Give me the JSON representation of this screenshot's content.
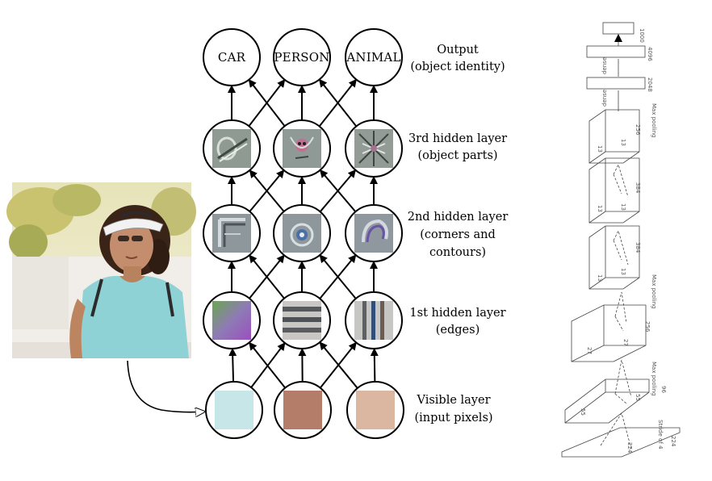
{
  "network": {
    "output_nodes": [
      "CAR",
      "PERSON",
      "ANIMAL"
    ],
    "layer_labels": [
      {
        "line1": "Output",
        "line2": "(object identity)"
      },
      {
        "line1": "3rd hidden layer",
        "line2": "(object parts)"
      },
      {
        "line1": "2nd hidden layer",
        "line2": "(corners and",
        "line3": "contours)"
      },
      {
        "line1": "1st hidden layer",
        "line2": "(edges)"
      },
      {
        "line1": "Visible layer",
        "line2": "(input pixels)"
      }
    ],
    "input_pixel_colors": [
      "#c7e6e7",
      "#b47d6a",
      "#dbb7a2"
    ],
    "feature_icons": {
      "third_layer": [
        "car-wheel-feature-icon",
        "face-feature-icon",
        "animal-feature-icon"
      ],
      "second_layer": [
        "corner-feature-icon",
        "contour-circle-feature-icon",
        "contour-arc-feature-icon"
      ],
      "first_layer": [
        "green-purple-gradient-icon",
        "horizontal-stripes-icon",
        "vertical-stripes-icon"
      ]
    }
  },
  "photo": {
    "subject": "woman-in-visor-photo"
  },
  "architecture": {
    "dense_labels": [
      "dense",
      "dense"
    ],
    "dense_sizes": [
      "1000",
      "4096",
      "2048"
    ],
    "pooling_labels": [
      "Max pooling",
      "Max pooling",
      "Max pooling"
    ],
    "conv_sizes": [
      "13",
      "13",
      "256",
      "13",
      "13",
      "384",
      "13",
      "13",
      "384",
      "27",
      "27",
      "256",
      "55",
      "55",
      "96",
      "224",
      "224"
    ],
    "stride_label": "Stride of 4"
  }
}
